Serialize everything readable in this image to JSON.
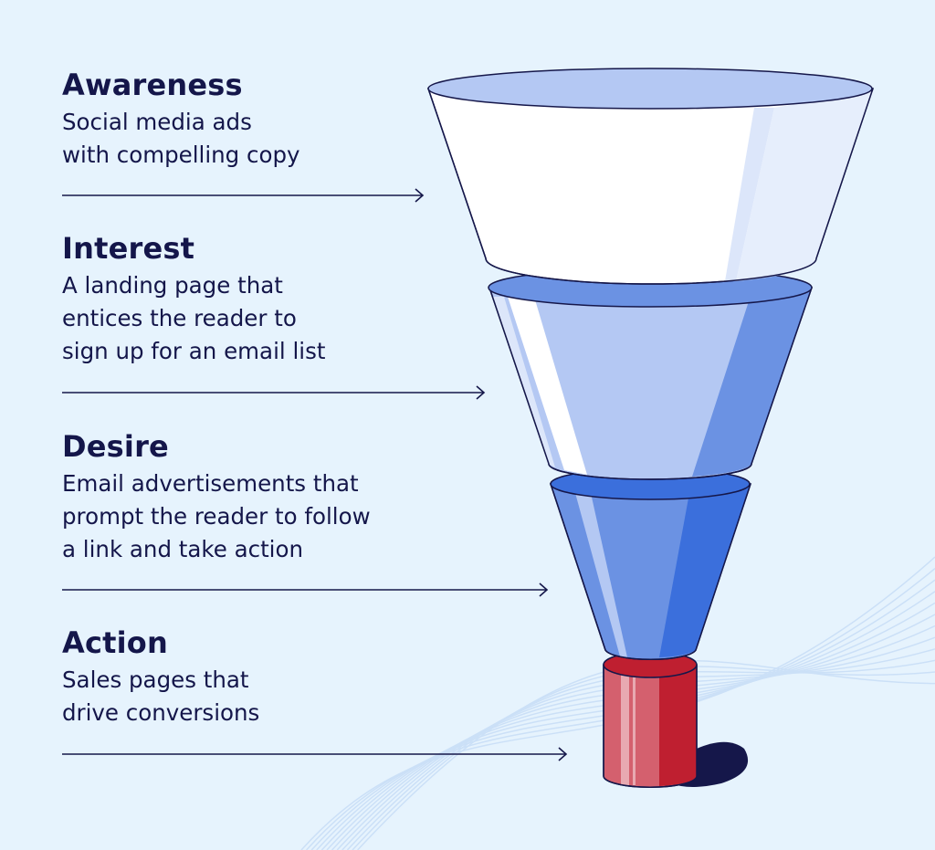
{
  "palette": {
    "background": "#e6f3fd",
    "text": "#14164a",
    "outline": "#15174a",
    "top_rim": "#b4c8f3",
    "awareness_body": "#ffffff",
    "interest_body": "#b4c8f3",
    "interest_rim": "#6b92e3",
    "interest_shade": "#6b92e3",
    "desire_body": "#6b92e3",
    "desire_rim": "#3b6fdc",
    "desire_shade": "#3b6fdc",
    "action_body": "#d4606e",
    "action_shade": "#bf1f30",
    "shadow": "#15174a",
    "waves": "#c9def7"
  },
  "stages": [
    {
      "title": "Awareness",
      "description": "Social media ads\nwith compelling copy"
    },
    {
      "title": "Interest",
      "description": "A landing page that\nentices the reader to\nsign up for an email list"
    },
    {
      "title": "Desire",
      "description": "Email advertisements that\nprompt the reader to follow\na link and take action"
    },
    {
      "title": "Action",
      "description": "Sales pages that\ndrive conversions"
    }
  ]
}
